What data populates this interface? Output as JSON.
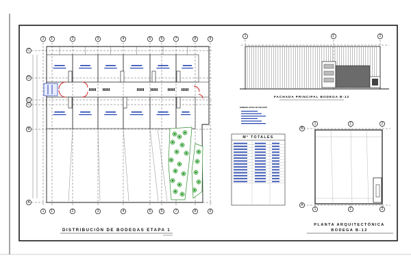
{
  "sheet": {
    "colors": {
      "line": "#1a1a1a",
      "accent_blue": "#1f3fae",
      "red": "#d22020",
      "green": "#2e8b2e",
      "tree": "#4caf50"
    }
  },
  "titles": {
    "distribution": "DISTRIBUCIÓN DE BODEGAS ETAPA 1",
    "facade": "FACHADA PRINCIPAL BODEGA B-12",
    "plan_line1": "PLANTA ARQUITECTÓNICA",
    "plan_line2": "BODEGA B-12"
  },
  "grid_labels": {
    "distribution_top": [
      "1",
      "1'",
      "2",
      "3",
      "4",
      "5",
      "6",
      "7",
      "8",
      "9"
    ],
    "distribution_bottom": [
      "1",
      "1'",
      "2",
      "3",
      "4",
      "5",
      "6",
      "7",
      "8",
      "9"
    ],
    "distribution_left": [
      "C",
      "D",
      "C'",
      "C",
      "B",
      "A"
    ],
    "facade_top": [
      "1",
      "1'",
      "2"
    ],
    "plan_top": [
      "1",
      "1'",
      "2"
    ],
    "plan_bottom": [
      "1",
      "1'",
      "2"
    ],
    "plan_right_left": [
      "B",
      "A"
    ]
  },
  "totals_table": {
    "heading": "M² TOTALES",
    "header_cols": [
      "PROPIEDAD",
      "",
      ""
    ],
    "summary_rows": [
      "M2 PRIVADOS",
      "M2 PROPIEDAD",
      "ÁREA COMÚN",
      "ÁREA TOTAL"
    ]
  },
  "legend": {
    "heading": "NOMENCLATURA DE ESPACIOS"
  }
}
